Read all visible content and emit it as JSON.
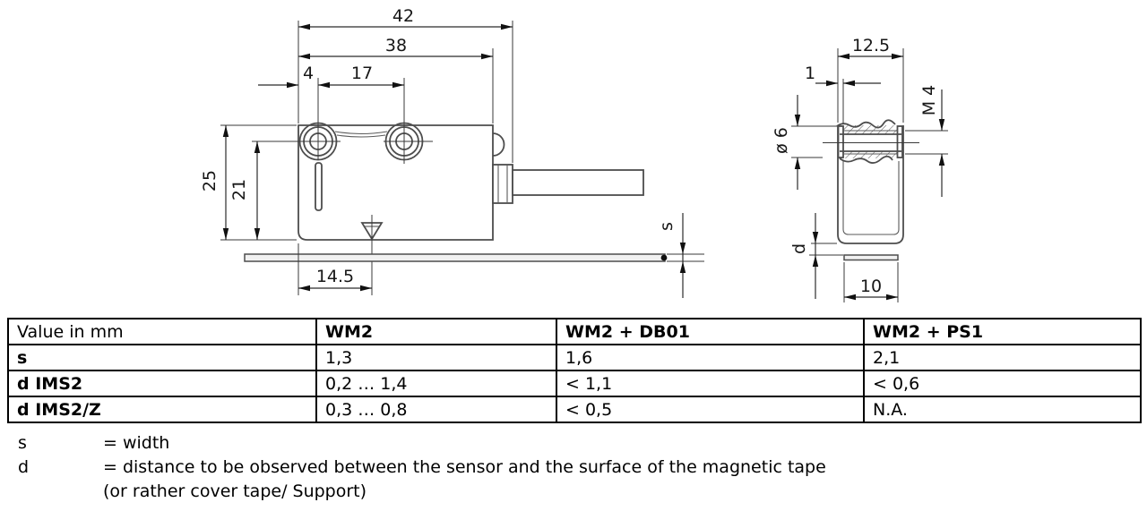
{
  "drawing": {
    "side_view": {
      "dim_42": "42",
      "dim_38": "38",
      "dim_4": "4",
      "dim_17": "17",
      "dim_25": "25",
      "dim_21": "21",
      "dim_14_5": "14.5",
      "dim_s": "s"
    },
    "end_view": {
      "dim_12_5": "12.5",
      "dim_1": "1",
      "dim_m4": "M 4",
      "dim_dia6": "ø 6",
      "dim_d": "d",
      "dim_10": "10"
    }
  },
  "table": {
    "columns": [
      "Value in mm",
      "WM2",
      "WM2 + DB01",
      "WM2 + PS1"
    ],
    "rows": [
      {
        "label": "s",
        "values": [
          "1,3",
          "1,6",
          "2,1"
        ]
      },
      {
        "label": "d IMS2",
        "values": [
          "0,2 … 1,4",
          "< 1,1",
          "< 0,6"
        ]
      },
      {
        "label": "d IMS2/Z",
        "values": [
          "0,3 … 0,8",
          "< 0,5",
          "N.A."
        ]
      }
    ]
  },
  "legend": {
    "rows": [
      {
        "symbol": "s",
        "text": "= width"
      },
      {
        "symbol": "d",
        "text": "= distance to be observed between the sensor and the surface of the magnetic tape"
      },
      {
        "symbol": "",
        "text": "(or rather cover tape/ Support)"
      }
    ]
  }
}
